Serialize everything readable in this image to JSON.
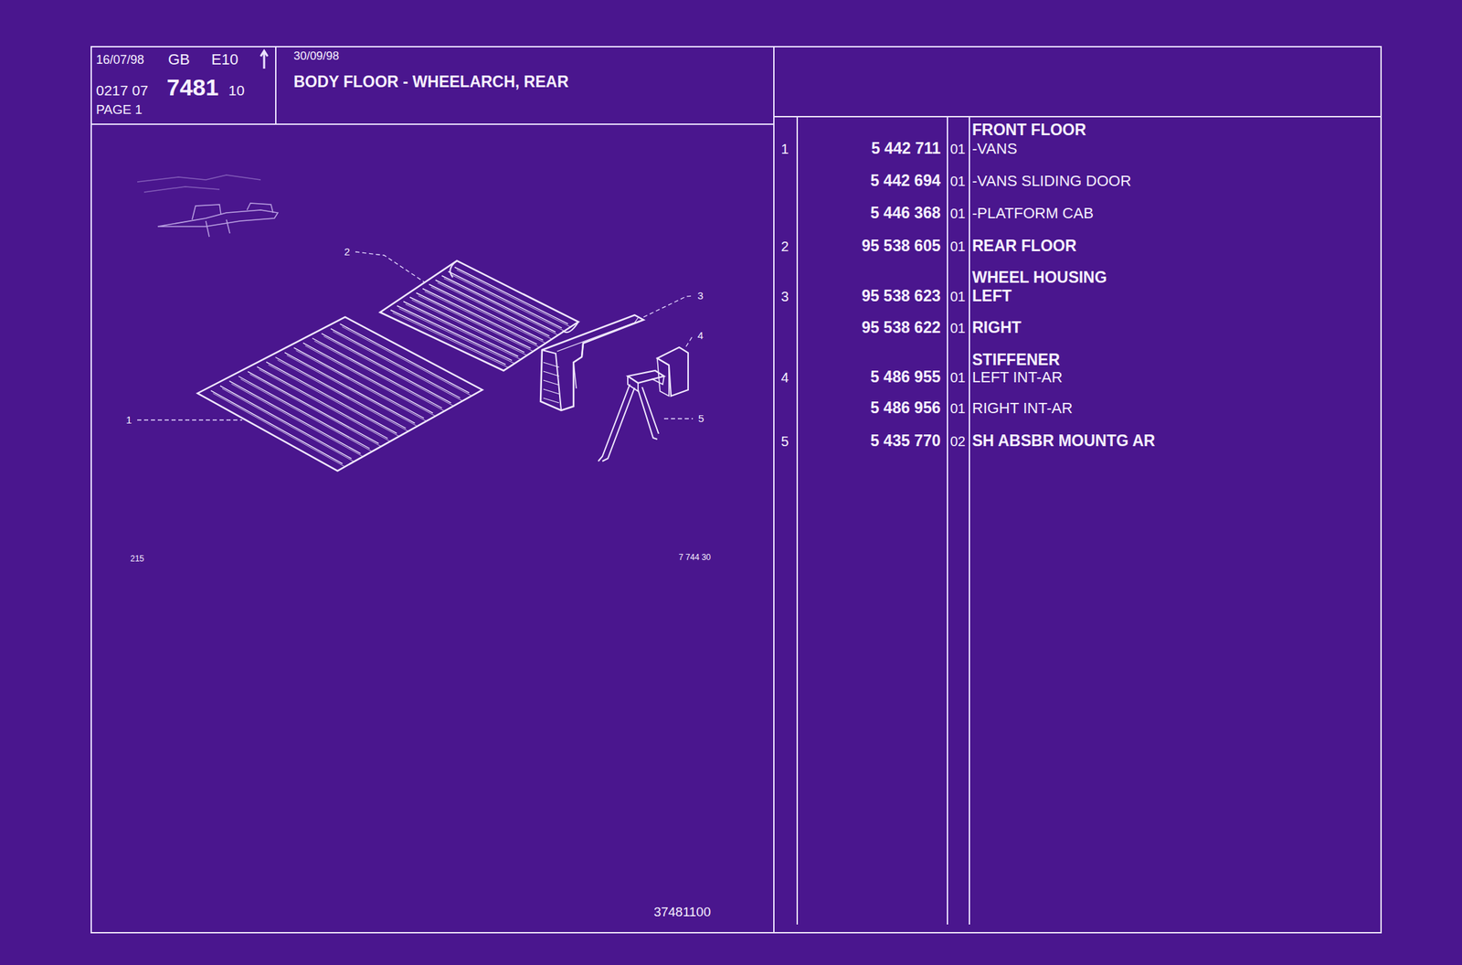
{
  "diagram": {
    "nodes": [
      {
        "text": [
          "16/07/98",
          "GB",
          "E10",
          "0217 07",
          "7481",
          "10",
          "PAGE 1"
        ]
      },
      {
        "text": [
          "30/09/98",
          "BODY FLOOR - WHEELARCH, REAR"
        ]
      }
    ],
    "labels": [
      "2",
      "3",
      "4",
      "5",
      "1",
      "215",
      "7 744 30",
      "37481100",
      "FRONT FLOOR",
      "1",
      "5 442 711",
      "01",
      "-VANS",
      "5 442 694",
      "01",
      "-VANS SLIDING DOOR",
      "5 446 368",
      "01",
      "-PLATFORM CAB",
      "2",
      "95 538 605",
      "01",
      "REAR FLOOR",
      "WHEEL HOUSING",
      "3",
      "95 538 623",
      "01",
      "LEFT",
      "95 538 622",
      "01",
      "RIGHT",
      "STIFFENER",
      "4",
      "5 486 955",
      "01",
      "LEFT INT-AR",
      "5 486 956",
      "01",
      "RIGHT INT-AR",
      "5",
      "5 435 770",
      "02",
      "SH ABSBR MOUNTG AR"
    ]
  }
}
